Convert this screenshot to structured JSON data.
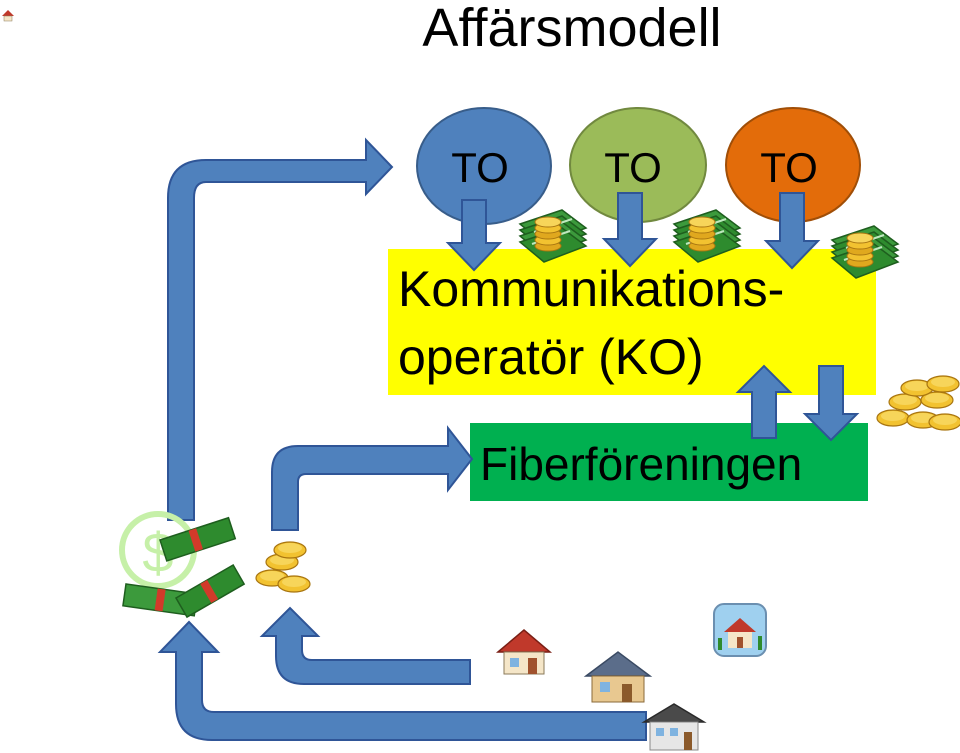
{
  "title": "Affärsmodell",
  "operators": [
    {
      "label": "TO",
      "color": "#4f81bd"
    },
    {
      "label": "TO",
      "color": "#9bbb59"
    },
    {
      "label": "TO",
      "color": "#e36c0a"
    }
  ],
  "ko": {
    "line1": "Kommunikations-",
    "line2": "operatör  (KO)",
    "color": "#ffff00"
  },
  "fiber": {
    "label": "Fiberföreningen",
    "color": "#00b050"
  },
  "colors": {
    "arrow": "#4f81bd",
    "arrow_stroke": "#2f5597",
    "money_green": "#2e8b2e",
    "coin": "#f2c230"
  },
  "icons": [
    "corner-house-icon",
    "money-stack-icon",
    "coin-stack-icon",
    "dollar-sign-icon",
    "house-icon"
  ]
}
